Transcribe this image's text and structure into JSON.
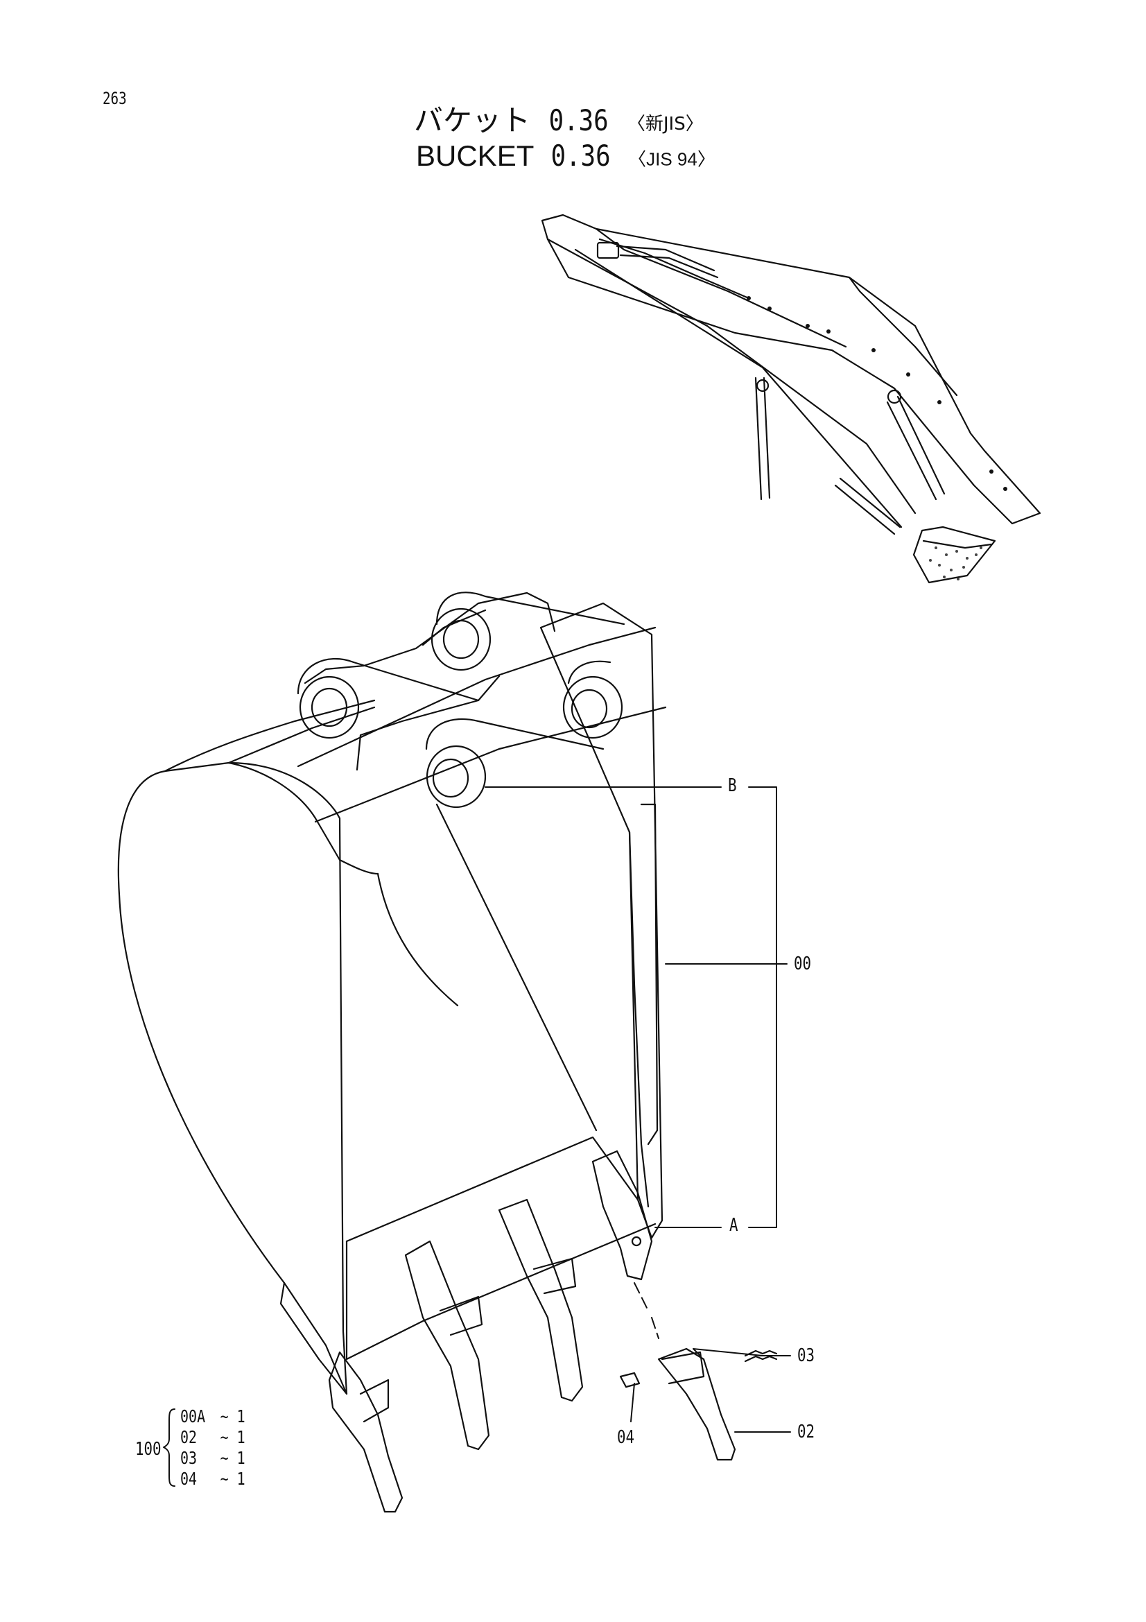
{
  "page_number": "263",
  "title_jp": {
    "text": "バケット",
    "size": "0.36",
    "spec": "〈新JIS〉"
  },
  "title_en": {
    "text": "BUCKET",
    "size": "0.36",
    "spec": "〈JIS 94〉"
  },
  "callouts": {
    "b": "B",
    "assembly": "00",
    "a": "A",
    "pin": "03",
    "lock": "04",
    "tooth": "02"
  },
  "kit": {
    "number": "100",
    "items": [
      {
        "code": "00A",
        "qty": "~ 1"
      },
      {
        "code": "02",
        "qty": "~ 1"
      },
      {
        "code": "03",
        "qty": "~ 1"
      },
      {
        "code": "04",
        "qty": "~ 1"
      }
    ]
  },
  "icons": [
    "excavator-arm-illustration",
    "bucket-illustration",
    "tooth-point-illustration"
  ]
}
